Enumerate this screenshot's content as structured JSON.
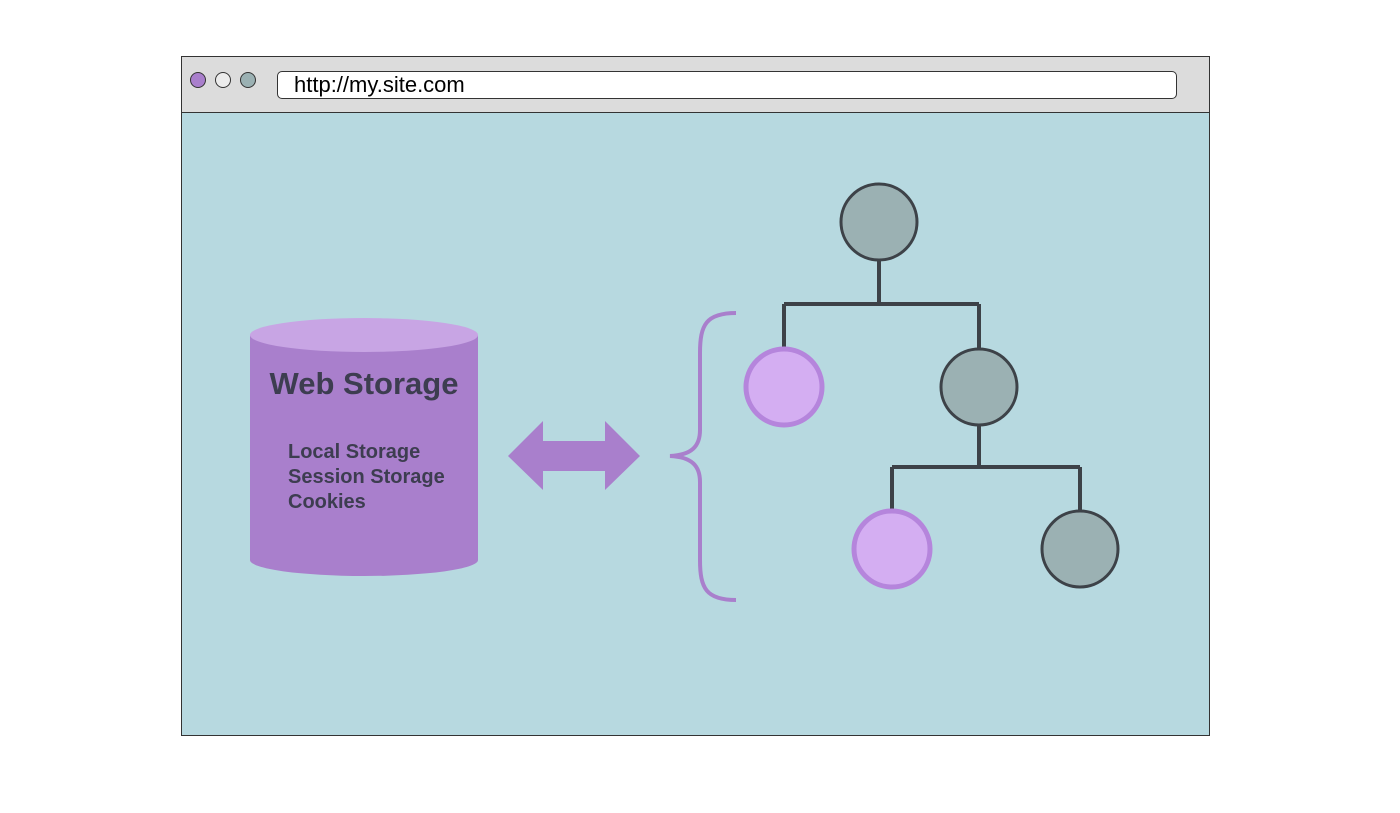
{
  "browser": {
    "url": "http://my.site.com",
    "controls": [
      {
        "name": "purple-dot",
        "color": "#a97fcc"
      },
      {
        "name": "white-dot",
        "color": "#ececec"
      },
      {
        "name": "gray-dot",
        "color": "#9bb1b3"
      }
    ]
  },
  "storage": {
    "title": "Web Storage",
    "items": [
      "Local Storage",
      "Session Storage",
      "Cookies"
    ]
  },
  "colors": {
    "page_background": "#b7d9e0",
    "storage_fill": "#a97fcc",
    "storage_top": "#c8a5e4",
    "arrow": "#a97fcc",
    "brace": "#a97fcc",
    "node_gray": "#9bb1b3",
    "node_purple": "#d4aef2",
    "node_purple_border": "#b585dc",
    "line": "#3d4248"
  },
  "icons": [
    "double-arrow-icon",
    "curly-brace-icon",
    "tree-icon"
  ]
}
